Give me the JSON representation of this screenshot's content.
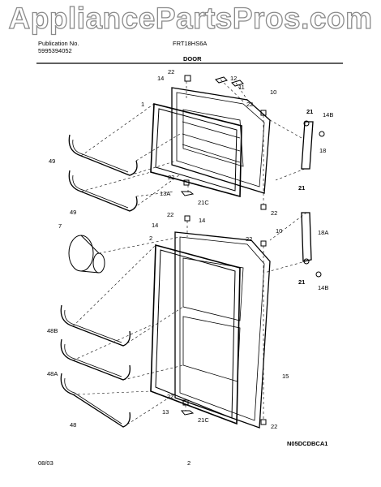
{
  "watermark": "AppliancePartsPros.com",
  "header": {
    "publication_label": "Publication No.",
    "publication_number": "5995394052",
    "model": "FRT18HS6A",
    "section": "DOOR"
  },
  "footer": {
    "date": "08/03",
    "page": "2",
    "code": "N05DCDBCA1"
  },
  "callouts": {
    "c14a": "14",
    "c22a": "22",
    "c12": "12",
    "c1": "1",
    "c11": "11",
    "c10a": "10",
    "c22b": "22",
    "c21a": "21",
    "c14Ba": "14B",
    "c18": "18",
    "c49a": "49",
    "c49b": "49",
    "c22c": "22",
    "c13A": "13A",
    "c21Ca": "21C",
    "c21b": "21",
    "c22d": "22",
    "c7": "7",
    "c14b": "14",
    "c22e": "22",
    "c14c": "14",
    "c2": "2",
    "c10b": "10",
    "c22f": "22",
    "c18A": "18A",
    "c21c": "21",
    "c14Bb": "14B",
    "c48B": "48B",
    "c48A": "48A",
    "c15": "15",
    "c48": "48",
    "c22g": "22",
    "c13": "13",
    "c21Cb": "21C",
    "c22h": "22"
  }
}
